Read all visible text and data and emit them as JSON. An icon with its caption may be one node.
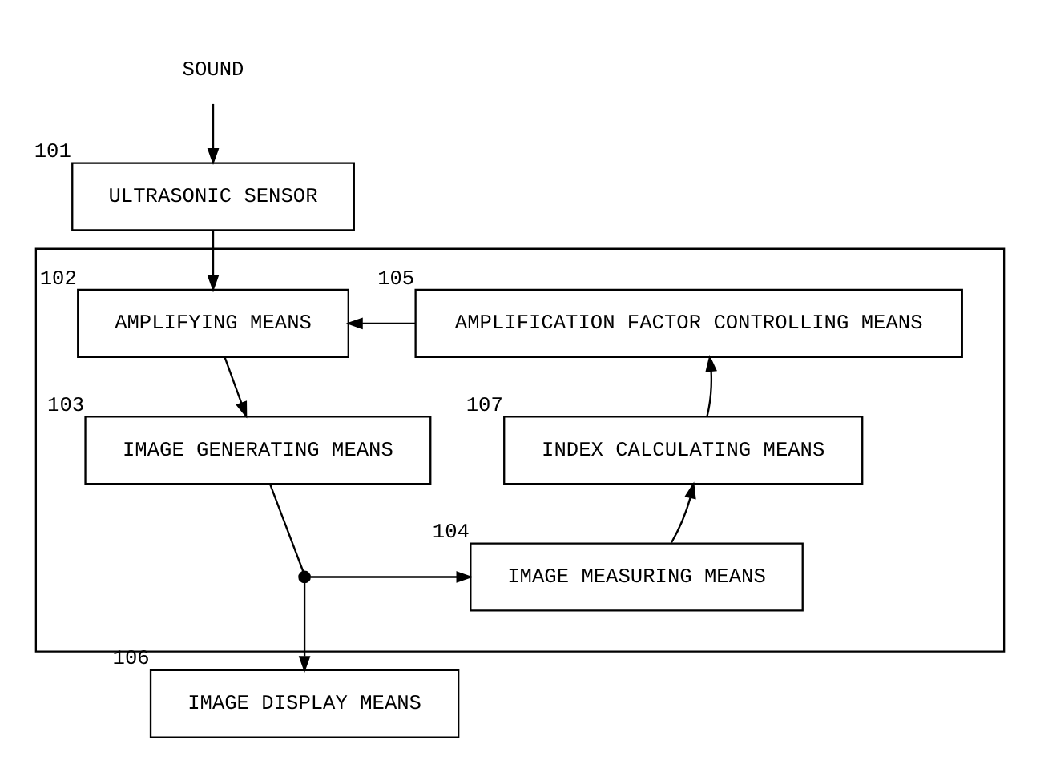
{
  "diagram": {
    "nodes": [
      {
        "text": [
          "SOUND"
        ]
      },
      {
        "text": [
          "ULTRASONIC SENSOR"
        ],
        "beside": [
          "101"
        ]
      },
      {
        "text": [],
        "shape": "box"
      },
      {
        "text": [
          "AMPLIFYING MEANS"
        ],
        "beside": [
          "102"
        ],
        "in": 2
      },
      {
        "text": [
          "AMPLIFICATION FACTOR CONTROLLING MEANS"
        ],
        "beside": [
          "105"
        ],
        "in": 2
      },
      {
        "text": [
          "IMAGE GENERATING MEANS"
        ],
        "beside": [
          "103"
        ],
        "in": 2
      },
      {
        "text": [
          "INDEX CALCULATING MEANS"
        ],
        "beside": [
          "107"
        ],
        "in": 2
      },
      {
        "text": [
          "IMAGE MEASURING MEANS"
        ],
        "beside": [
          "104"
        ],
        "in": 2
      },
      {
        "text": [],
        "shape": "circle",
        "in": 2
      },
      {
        "text": [
          "IMAGE DISPLAY MEANS"
        ],
        "beside": [
          "106"
        ]
      }
    ],
    "edges": [
      {
        "from": 0,
        "to": 1,
        "arrow": "to"
      },
      {
        "from": 1,
        "to": 3,
        "arrow": "to"
      },
      {
        "from": 4,
        "to": 3,
        "arrow": "to"
      },
      {
        "from": 3,
        "to": 5,
        "arrow": "to"
      },
      {
        "from": 5,
        "to": 8,
        "arrow": "none"
      },
      {
        "from": 8,
        "to": 7,
        "arrow": "to"
      },
      {
        "from": 8,
        "to": 9,
        "arrow": "to"
      },
      {
        "from": 7,
        "to": 6,
        "arrow": "to"
      },
      {
        "from": 6,
        "to": 4,
        "arrow": "to"
      }
    ]
  }
}
